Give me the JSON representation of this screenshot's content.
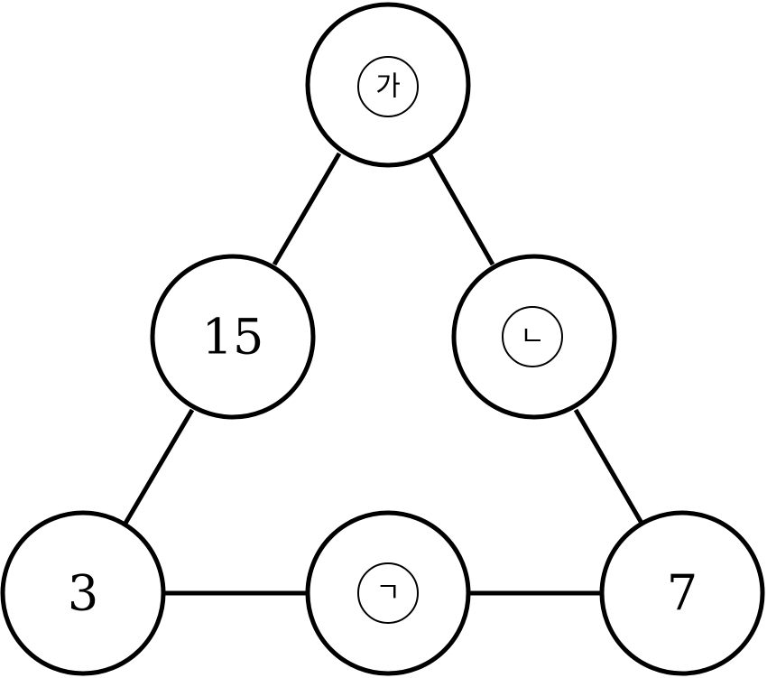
{
  "nodes": {
    "top": {
      "label": "가",
      "style": "circled-marker"
    },
    "mid_left": {
      "label": "15",
      "style": "number"
    },
    "mid_right": {
      "label": "ㄴ",
      "style": "circled-marker"
    },
    "bottom_left": {
      "label": "3",
      "style": "number"
    },
    "bottom_center": {
      "label": "ㄱ",
      "style": "circled-marker"
    },
    "bottom_right": {
      "label": "7",
      "style": "number"
    }
  },
  "edges": [
    [
      "top",
      "mid_left"
    ],
    [
      "mid_left",
      "bottom_left"
    ],
    [
      "top",
      "mid_right"
    ],
    [
      "mid_right",
      "bottom_right"
    ],
    [
      "bottom_left",
      "bottom_center"
    ],
    [
      "bottom_center",
      "bottom_right"
    ]
  ],
  "colors": {
    "stroke": "#000000",
    "background": "#ffffff"
  }
}
